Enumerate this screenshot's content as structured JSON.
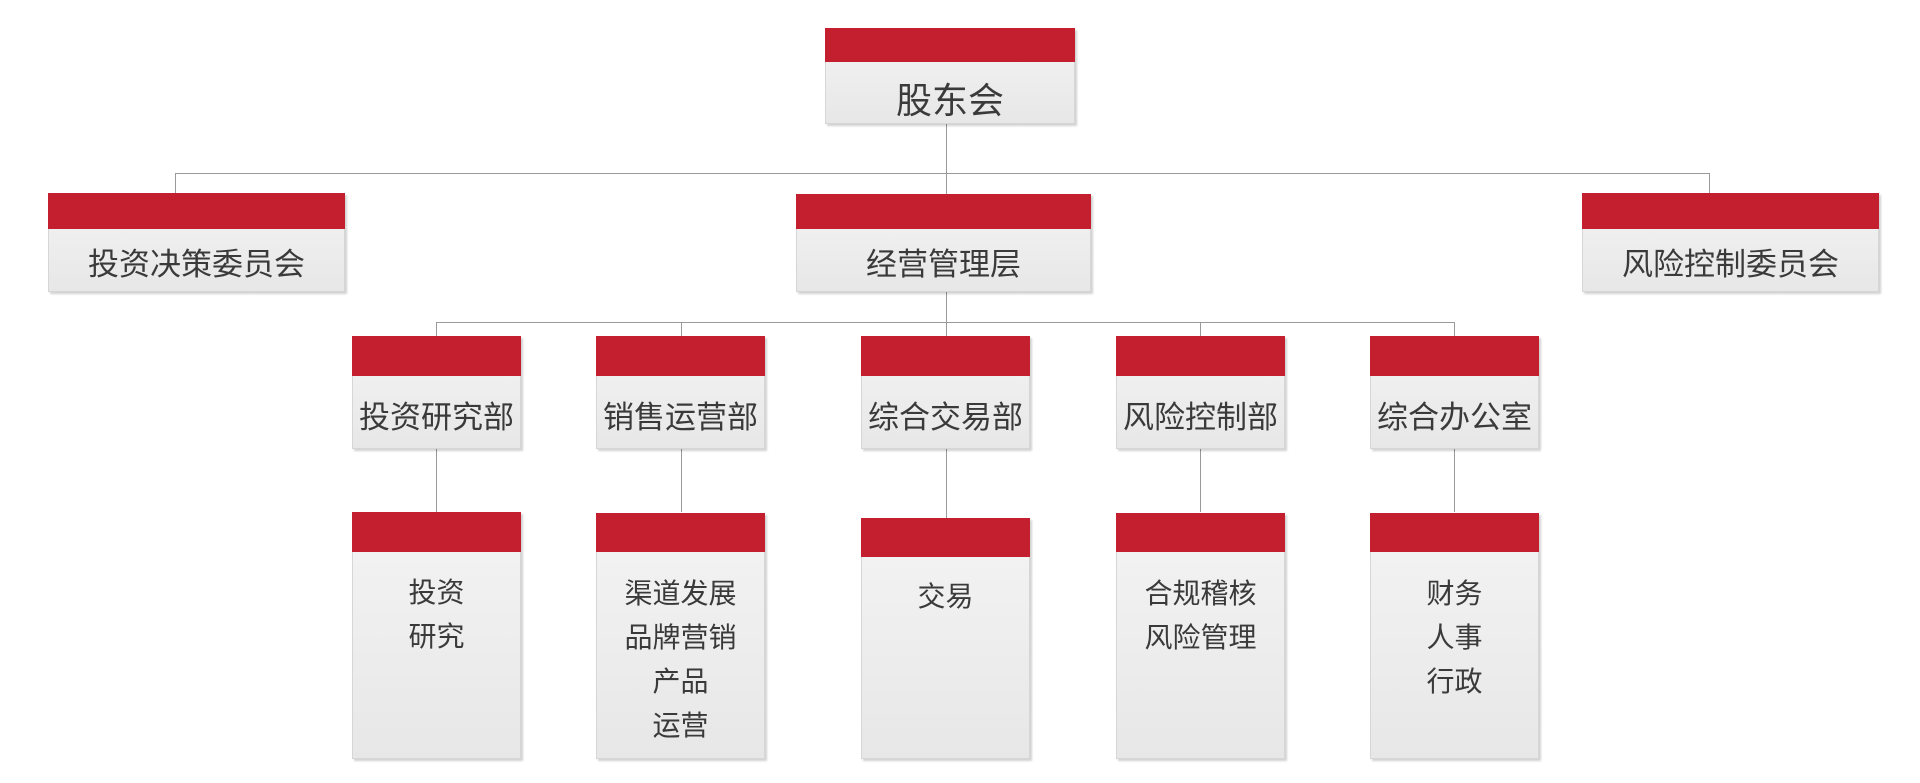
{
  "colors": {
    "header_bar": "#c41f2f",
    "box_fill": "#ececec",
    "box_border": "#d6d6d6",
    "connector": "#9a9a9a",
    "text": "#3a3a3a"
  },
  "org": {
    "root": {
      "label": "股东会"
    },
    "level2": [
      {
        "label": "投资决策委员会"
      },
      {
        "label": "经营管理层"
      },
      {
        "label": "风险控制委员会"
      }
    ],
    "departments": [
      {
        "label": "投资研究部",
        "items": [
          "投资",
          "研究"
        ]
      },
      {
        "label": "销售运营部",
        "items": [
          "渠道发展",
          "品牌营销",
          "产品",
          "运营"
        ]
      },
      {
        "label": "综合交易部",
        "items": [
          "交易"
        ]
      },
      {
        "label": "风险控制部",
        "items": [
          "合规稽核",
          "风险管理"
        ]
      },
      {
        "label": "综合办公室",
        "items": [
          "财务",
          "人事",
          "行政"
        ]
      }
    ]
  }
}
